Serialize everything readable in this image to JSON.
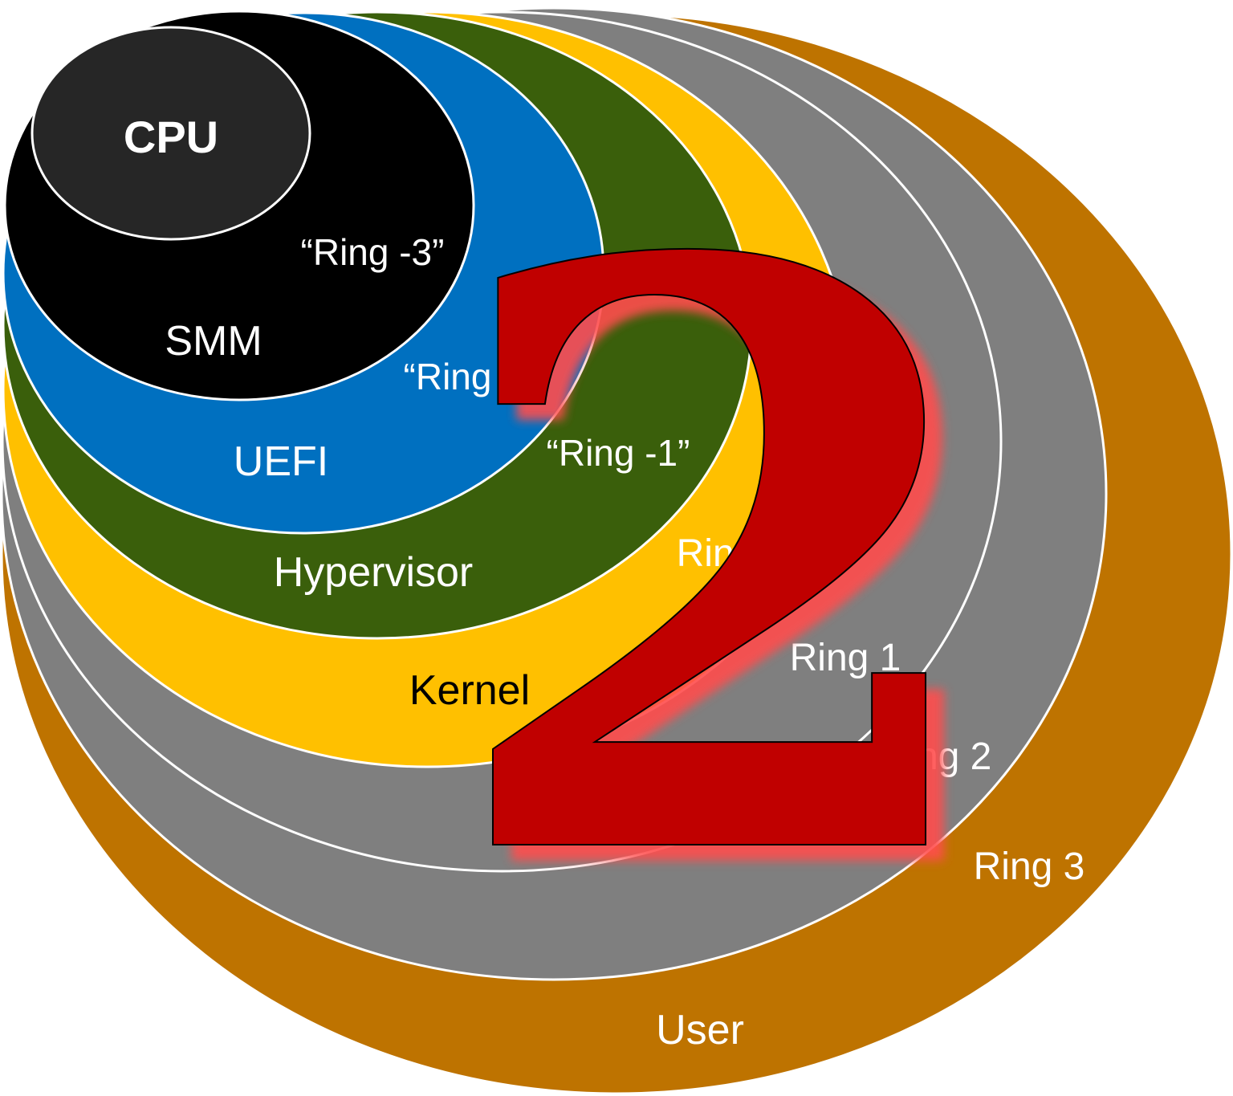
{
  "diagram": {
    "layers": [
      {
        "name": "User",
        "ring": "Ring 3",
        "color": "#BE7300"
      },
      {
        "name": "",
        "ring": "Ring 2",
        "color": "#7F7F7F"
      },
      {
        "name": "",
        "ring": "Ring 1",
        "color": "#7F7F7F"
      },
      {
        "name": "Kernel",
        "ring": "Ring 0",
        "color": "#FFC000"
      },
      {
        "name": "Hypervisor",
        "ring": "“Ring -1”",
        "color": "#3A5F0B"
      },
      {
        "name": "UEFI",
        "ring": "“Ring -2”",
        "color": "#0070C0"
      },
      {
        "name": "SMM",
        "ring": "“Ring -3”",
        "color": "#000000"
      },
      {
        "name": "CPU",
        "ring": "",
        "color": "#262626"
      }
    ],
    "overlay": {
      "text": "2",
      "color": "#C00000",
      "glow": "#FF4D4D"
    }
  }
}
